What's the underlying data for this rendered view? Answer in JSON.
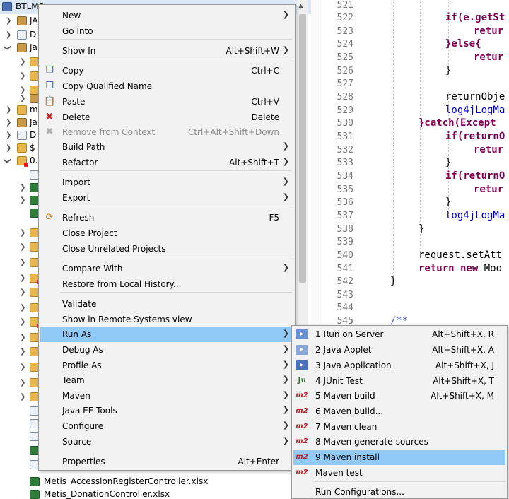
{
  "explorer": {
    "project_label": "BTLMS",
    "partial_labels": [
      "JA",
      "D",
      "Ja",
      "m",
      "Ja",
      "D",
      "$",
      "0."
    ],
    "files": [
      "Metis_AccessionRegisterController.xlsx",
      "Metis_DonationController.xlsx"
    ]
  },
  "editor": {
    "line_numbers": [
      "521",
      "522",
      "523",
      "524",
      "525",
      "526",
      "527",
      "528",
      "529",
      "530",
      "531",
      "532",
      "533",
      "534",
      "535",
      "536",
      "537",
      "538",
      "539",
      "540",
      "541",
      "542",
      "543",
      "544",
      "545"
    ],
    "code": {
      "l522": "if(e.getSt",
      "l523": "retur",
      "l524": "}else{",
      "l525": "retur",
      "l526": "}",
      "l528": "returnObje",
      "l529": "log4jLogMa",
      "l530": "}catch(Except",
      "l531": "if(returnO",
      "l532": "retur",
      "l533": "}",
      "l534": "if(returnO",
      "l535": "retur",
      "l536": "}",
      "l537": "log4jLogMa",
      "l538": "}",
      "l540": "request.setAtt",
      "l541_kw": "return new",
      "l541_rest": " Moo",
      "l542": "}",
      "l545": "/**"
    }
  },
  "context_menu": {
    "items": [
      {
        "label": "New",
        "shortcut": "",
        "submenu": true
      },
      {
        "label": "Go Into",
        "shortcut": "",
        "submenu": false
      },
      {
        "label": "Show In",
        "shortcut": "Alt+Shift+W",
        "submenu": true
      },
      {
        "label": "Copy",
        "shortcut": "Ctrl+C",
        "submenu": false
      },
      {
        "label": "Copy Qualified Name",
        "shortcut": "",
        "submenu": false
      },
      {
        "label": "Paste",
        "shortcut": "Ctrl+V",
        "submenu": false
      },
      {
        "label": "Delete",
        "shortcut": "Delete",
        "submenu": false
      },
      {
        "label": "Remove from Context",
        "shortcut": "Ctrl+Alt+Shift+Down",
        "submenu": false,
        "disabled": true
      },
      {
        "label": "Build Path",
        "shortcut": "",
        "submenu": true
      },
      {
        "label": "Refactor",
        "shortcut": "Alt+Shift+T",
        "submenu": true
      },
      {
        "label": "Import",
        "shortcut": "",
        "submenu": true
      },
      {
        "label": "Export",
        "shortcut": "",
        "submenu": true
      },
      {
        "label": "Refresh",
        "shortcut": "F5",
        "submenu": false
      },
      {
        "label": "Close Project",
        "shortcut": "",
        "submenu": false
      },
      {
        "label": "Close Unrelated Projects",
        "shortcut": "",
        "submenu": false
      },
      {
        "label": "Compare With",
        "shortcut": "",
        "submenu": true
      },
      {
        "label": "Restore from Local History...",
        "shortcut": "",
        "submenu": false
      },
      {
        "label": "Validate",
        "shortcut": "",
        "submenu": false
      },
      {
        "label": "Show in Remote Systems view",
        "shortcut": "",
        "submenu": false
      },
      {
        "label": "Run As",
        "shortcut": "",
        "submenu": true,
        "highlighted": true
      },
      {
        "label": "Debug As",
        "shortcut": "",
        "submenu": true
      },
      {
        "label": "Profile As",
        "shortcut": "",
        "submenu": true
      },
      {
        "label": "Team",
        "shortcut": "",
        "submenu": true
      },
      {
        "label": "Maven",
        "shortcut": "",
        "submenu": true
      },
      {
        "label": "Java EE Tools",
        "shortcut": "",
        "submenu": true
      },
      {
        "label": "Configure",
        "shortcut": "",
        "submenu": true
      },
      {
        "label": "Source",
        "shortcut": "",
        "submenu": true
      },
      {
        "label": "Properties",
        "shortcut": "Alt+Enter",
        "submenu": false
      }
    ]
  },
  "run_as_menu": {
    "items": [
      {
        "label": "1 Run on Server",
        "shortcut": "Alt+Shift+X, R",
        "icon": "server-icon"
      },
      {
        "label": "2 Java Applet",
        "shortcut": "Alt+Shift+X, A",
        "icon": "applet-icon"
      },
      {
        "label": "3 Java Application",
        "shortcut": "Alt+Shift+X, J",
        "icon": "java-app-icon"
      },
      {
        "label": "4 JUnit Test",
        "shortcut": "Alt+Shift+X, T",
        "icon": "junit-icon",
        "icon_text": "Ju"
      },
      {
        "label": "5 Maven build",
        "shortcut": "Alt+Shift+X, M",
        "icon": "maven-icon",
        "icon_text": "m2"
      },
      {
        "label": "6 Maven build...",
        "shortcut": "",
        "icon": "maven-icon",
        "icon_text": "m2"
      },
      {
        "label": "7 Maven clean",
        "shortcut": "",
        "icon": "maven-icon",
        "icon_text": "m2"
      },
      {
        "label": "8 Maven generate-sources",
        "shortcut": "",
        "icon": "maven-icon",
        "icon_text": "m2"
      },
      {
        "label": "9 Maven install",
        "shortcut": "",
        "icon": "maven-icon",
        "icon_text": "m2",
        "highlighted": true
      },
      {
        "label": "Maven test",
        "shortcut": "",
        "icon": "maven-icon",
        "icon_text": "m2"
      },
      {
        "label": "Run Configurations...",
        "shortcut": "",
        "icon": ""
      }
    ]
  },
  "colors": {
    "menu_bg": "#f2f2f2",
    "highlight": "#91c9f7",
    "keyword": "#7f0055",
    "field": "#0000c0",
    "maven_red": "#c0202a"
  }
}
